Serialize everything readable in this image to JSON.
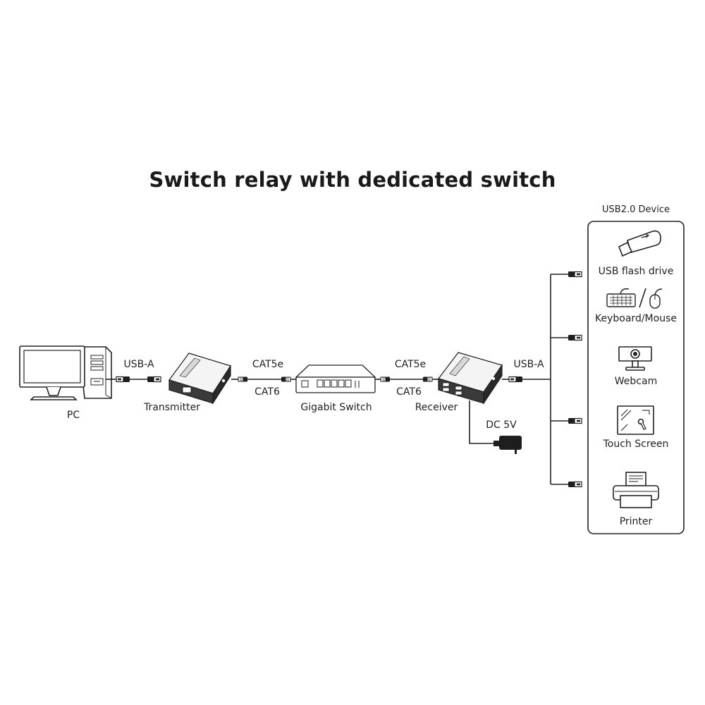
{
  "title": "Switch relay with dedicated switch",
  "nodes": {
    "pc": "PC",
    "transmitter": "Transmitter",
    "gigabit_switch": "Gigabit Switch",
    "receiver": "Receiver"
  },
  "links": {
    "usb_left": "USB-A",
    "cable_left_top": "CAT5e",
    "cable_left_bottom": "CAT6",
    "cable_right_top": "CAT5e",
    "cable_right_bottom": "CAT6",
    "usb_right": "USB-A",
    "power": "DC 5V"
  },
  "device_panel": {
    "title": "USB2.0 Device",
    "devices": [
      {
        "label": "USB flash drive",
        "icon": "usb-flash-drive-icon"
      },
      {
        "label": "Keyboard/Mouse",
        "icon": "keyboard-mouse-icon"
      },
      {
        "label": "Webcam",
        "icon": "webcam-icon"
      },
      {
        "label": "Touch Screen",
        "icon": "touch-screen-icon"
      },
      {
        "label": "Printer",
        "icon": "printer-icon"
      }
    ]
  }
}
